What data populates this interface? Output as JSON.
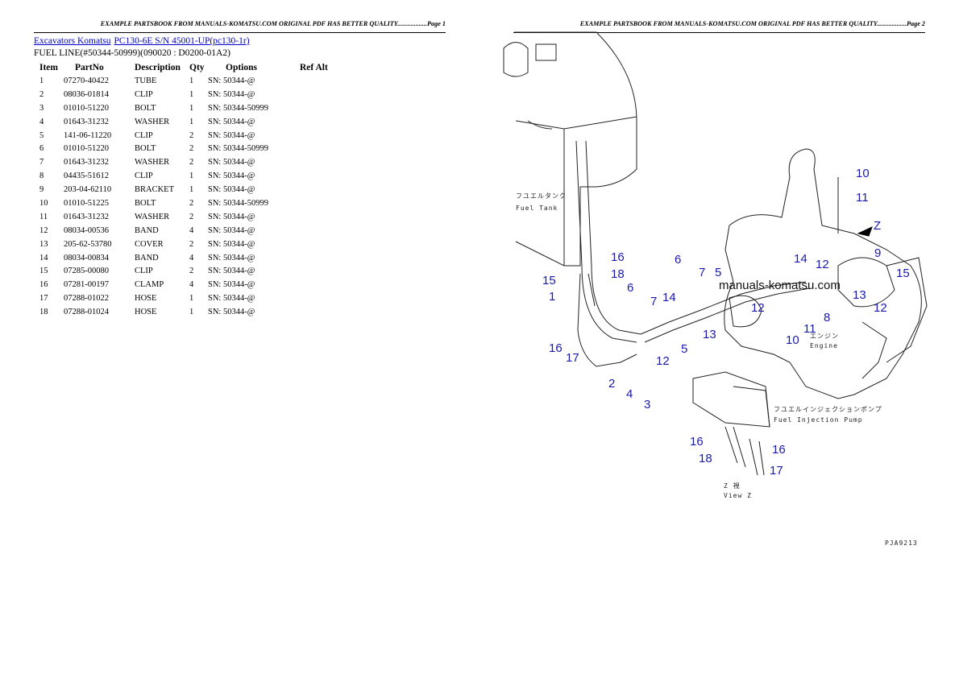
{
  "pages": [
    {
      "header": "EXAMPLE PARTSBOOK FROM MANUALS-KOMATSU.COM ORIGINAL PDF HAS BETTER QUALITY..................Page 1"
    },
    {
      "header": "EXAMPLE PARTSBOOK FROM MANUALS-KOMATSU.COM ORIGINAL PDF HAS BETTER QUALITY..................Page 2"
    }
  ],
  "breadcrumb": {
    "link1": "Excavators Komatsu",
    "link2": "PC130-6E S/N 45001-UP(pc130-1r)"
  },
  "subtitle": "FUEL LINE(#50344-50999)(090020 : D0200-01A2)",
  "table": {
    "headers": [
      "Item",
      "PartNo",
      "Description",
      "Qty",
      "Options",
      "Ref Alt"
    ],
    "rows": [
      [
        "1",
        "07270-40422",
        "TUBE",
        "1",
        "SN: 50344-@",
        ""
      ],
      [
        "2",
        "08036-01814",
        "CLIP",
        "1",
        "SN: 50344-@",
        ""
      ],
      [
        "3",
        "01010-51220",
        "BOLT",
        "1",
        "SN: 50344-50999",
        ""
      ],
      [
        "4",
        "01643-31232",
        "WASHER",
        "1",
        "SN: 50344-@",
        ""
      ],
      [
        "5",
        "141-06-11220",
        "CLIP",
        "2",
        "SN: 50344-@",
        ""
      ],
      [
        "6",
        "01010-51220",
        "BOLT",
        "2",
        "SN: 50344-50999",
        ""
      ],
      [
        "7",
        "01643-31232",
        "WASHER",
        "2",
        "SN: 50344-@",
        ""
      ],
      [
        "8",
        "04435-51612",
        "CLIP",
        "1",
        "SN: 50344-@",
        ""
      ],
      [
        "9",
        "203-04-62110",
        "BRACKET",
        "1",
        "SN: 50344-@",
        ""
      ],
      [
        "10",
        "01010-51225",
        "BOLT",
        "2",
        "SN: 50344-50999",
        ""
      ],
      [
        "11",
        "01643-31232",
        "WASHER",
        "2",
        "SN: 50344-@",
        ""
      ],
      [
        "12",
        "08034-00536",
        "BAND",
        "4",
        "SN: 50344-@",
        ""
      ],
      [
        "13",
        "205-62-53780",
        "COVER",
        "2",
        "SN: 50344-@",
        ""
      ],
      [
        "14",
        "08034-00834",
        "BAND",
        "4",
        "SN: 50344-@",
        ""
      ],
      [
        "15",
        "07285-00080",
        "CLIP",
        "2",
        "SN: 50344-@",
        ""
      ],
      [
        "16",
        "07281-00197",
        "CLAMP",
        "4",
        "SN: 50344-@",
        ""
      ],
      [
        "17",
        "07288-01022",
        "HOSE",
        "1",
        "SN: 50344-@",
        ""
      ],
      [
        "18",
        "07288-01024",
        "HOSE",
        "1",
        "SN: 50344-@",
        ""
      ]
    ]
  },
  "diagram": {
    "watermark": "manuals-komatsu.com",
    "fuel_tank_jp": "フユエルタンク",
    "fuel_tank_en": "Fuel Tank",
    "engine_jp": "エンジン",
    "engine_en": "Engine",
    "injection_jp": "フユエルインジェクションポンプ",
    "injection_en": "Fuel Injection Pump",
    "view_jp": "Z 視",
    "view_en": "View Z",
    "z_label": "Z",
    "code": "PJA9213",
    "callouts": [
      "10",
      "11",
      "16",
      "18",
      "15",
      "1",
      "6",
      "7",
      "5",
      "14",
      "13",
      "6",
      "7",
      "14",
      "12",
      "13",
      "9",
      "15",
      "12",
      "12",
      "8",
      "11",
      "10",
      "16",
      "17",
      "12",
      "5",
      "2",
      "4",
      "3",
      "16",
      "18",
      "16",
      "17"
    ]
  },
  "colors": {
    "link": "#0000cc",
    "callout": "#1a1aa8"
  }
}
